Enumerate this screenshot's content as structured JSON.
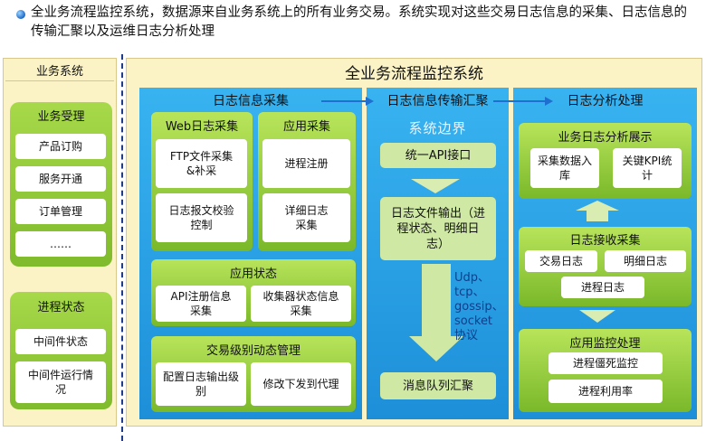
{
  "intro": {
    "text": "全业务流程监控系统，数据源来自业务系统上的所有业务交易。系统实现对这些交易日志信息的采集、日志信息的传输汇聚以及运维日志分析处理"
  },
  "left": {
    "title": "业务系统",
    "biz": {
      "title": "业务受理",
      "items": [
        "产品订购",
        "服务开通",
        "订单管理",
        "……"
      ]
    },
    "proc": {
      "title": "进程状态",
      "items": [
        "中间件状态",
        "中间件运行情况"
      ]
    }
  },
  "main": {
    "title": "全业务流程监控系统",
    "collect": {
      "title": "日志信息采集",
      "web": {
        "title": "Web日志采集",
        "items": [
          "FTP文件采集&补采",
          "日志报文校验控制"
        ]
      },
      "app": {
        "title": "应用采集",
        "items": [
          "进程注册",
          "详细日志采集"
        ]
      },
      "status": {
        "title": "应用状态",
        "items": [
          "API注册信息采集",
          "收集器状态信息采集"
        ]
      },
      "trade": {
        "title": "交易级别动态管理",
        "items": [
          "配置日志输出级别",
          "修改下发到代理"
        ]
      }
    },
    "transfer": {
      "title": "日志信息传输汇聚",
      "boundary": "系统边界",
      "api": "统一API接口",
      "output": "日志文件输出（进程状态、明细日志）",
      "protocols": [
        "Udp、",
        "tcp、",
        "gossip、",
        "socket",
        "协议"
      ],
      "queue": "消息队列汇聚"
    },
    "analysis": {
      "title": "日志分析处理",
      "display": {
        "title": "业务日志分析展示",
        "items": [
          "采集数据入库",
          "关键KPI统计"
        ]
      },
      "recv": {
        "title": "日志接收采集",
        "items": [
          "交易日志",
          "明细日志",
          "进程日志"
        ]
      },
      "monitor": {
        "title": "应用监控处理",
        "items": [
          "进程僵死监控",
          "进程利用率"
        ]
      }
    }
  },
  "colors": {
    "green": "#8cc63f",
    "blue": "#1e8fd9",
    "panel": "#fbf3c6",
    "dash": "#1f3b8c",
    "arrow": "#1e6fd0"
  }
}
